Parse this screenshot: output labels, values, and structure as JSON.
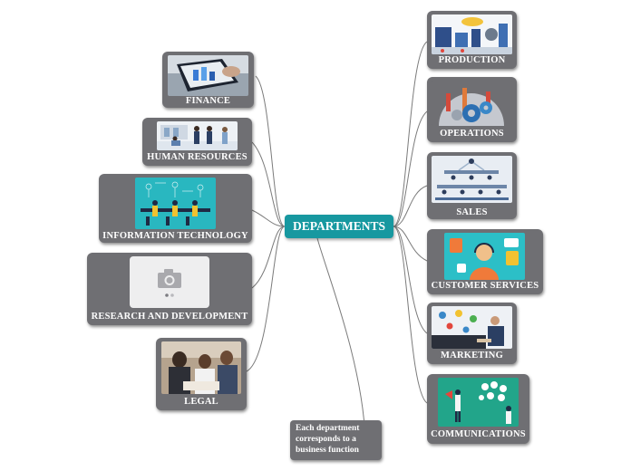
{
  "center": {
    "title": "DEPARTMENTS",
    "color": "#1798a0"
  },
  "note": {
    "text": "Each department corresponds to a business function"
  },
  "left_nodes": [
    {
      "label": "FINANCE",
      "icon": "finance-tablet-image"
    },
    {
      "label": "HUMAN RESOURCES",
      "icon": "handshake-image"
    },
    {
      "label": "INFORMATION TECHNOLOGY",
      "icon": "it-workers-image"
    },
    {
      "label": "RESEARCH AND DEVELOPMENT",
      "icon": "camera-placeholder-icon"
    },
    {
      "label": "LEGAL",
      "icon": "legal-meeting-image"
    }
  ],
  "right_nodes": [
    {
      "label": "PRODUCTION",
      "icon": "factory-image"
    },
    {
      "label": "OPERATIONS",
      "icon": "gears-image"
    },
    {
      "label": "SALES",
      "icon": "sales-team-image"
    },
    {
      "label": "CUSTOMER SERVICES",
      "icon": "support-agent-image"
    },
    {
      "label": "MARKETING",
      "icon": "marketing-image"
    },
    {
      "label": "COMMUNICATIONS",
      "icon": "communications-image"
    }
  ],
  "colors": {
    "node": "#6f6f73",
    "link": "#7b7b7b",
    "label": "#ffffff"
  }
}
